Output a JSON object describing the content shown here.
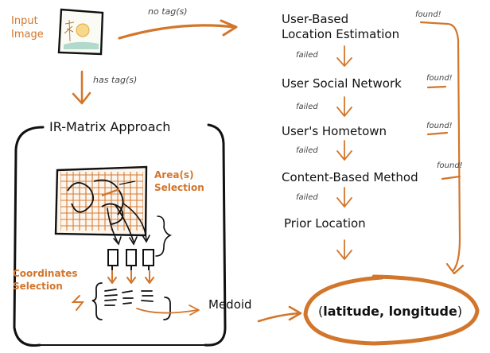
{
  "input": {
    "label_line1": "Input",
    "label_line2": "Image"
  },
  "edges": {
    "no_tags": "no tag(s)",
    "has_tags": "has tag(s)"
  },
  "ir_matrix": {
    "title": "IR-Matrix Approach",
    "area_line1": "Area(s)",
    "area_line2": "Selection",
    "coord_line1": "Coordinates",
    "coord_line2": "Selection",
    "medoid": "Medoid"
  },
  "cascade": {
    "steps": [
      {
        "line1": "User-Based",
        "line2": "Location Estimation"
      },
      {
        "line1": "User Social Network"
      },
      {
        "line1": "User's Hometown"
      },
      {
        "line1": "Content-Based Method"
      },
      {
        "line1": "Prior Location"
      }
    ],
    "failed_label": "failed",
    "found_label": "found!"
  },
  "result": {
    "open": "(",
    "text": "latitude, longitude",
    "close": ")"
  },
  "colors": {
    "accent": "#d2762b",
    "ink": "#111111"
  }
}
